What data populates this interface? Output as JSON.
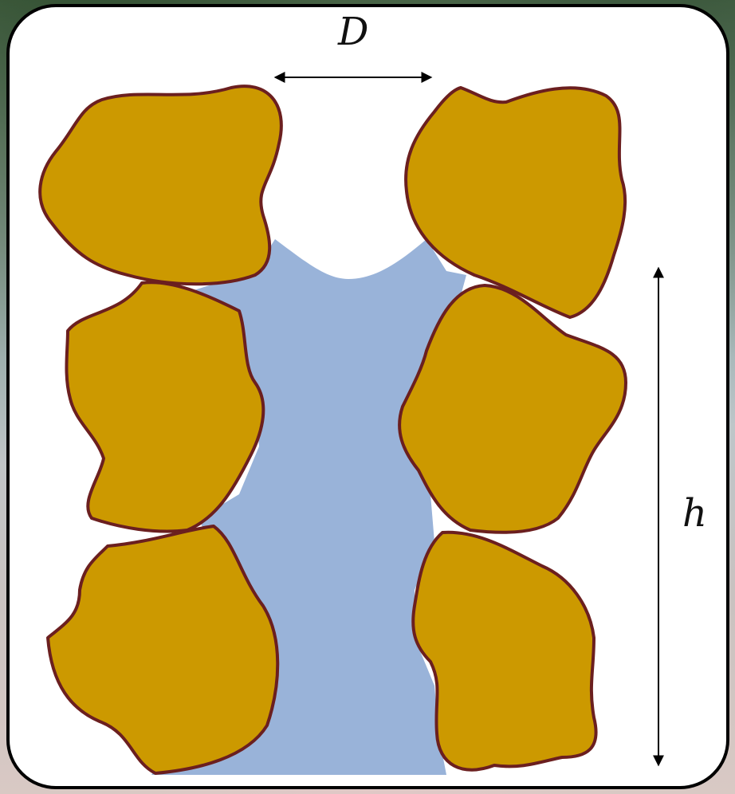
{
  "labels": {
    "width_symbol": "D",
    "height_symbol": "h"
  },
  "colors": {
    "grain_fill": "#cc9900",
    "grain_stroke": "#6b1f1f",
    "liquid_fill": "#99b3d9",
    "card_background": "#ffffff",
    "card_border": "#000000"
  },
  "grains": [
    {
      "name": "grain-top-left"
    },
    {
      "name": "grain-middle-left"
    },
    {
      "name": "grain-bottom-left"
    },
    {
      "name": "grain-top-right"
    },
    {
      "name": "grain-middle-right"
    },
    {
      "name": "grain-bottom-right"
    }
  ]
}
